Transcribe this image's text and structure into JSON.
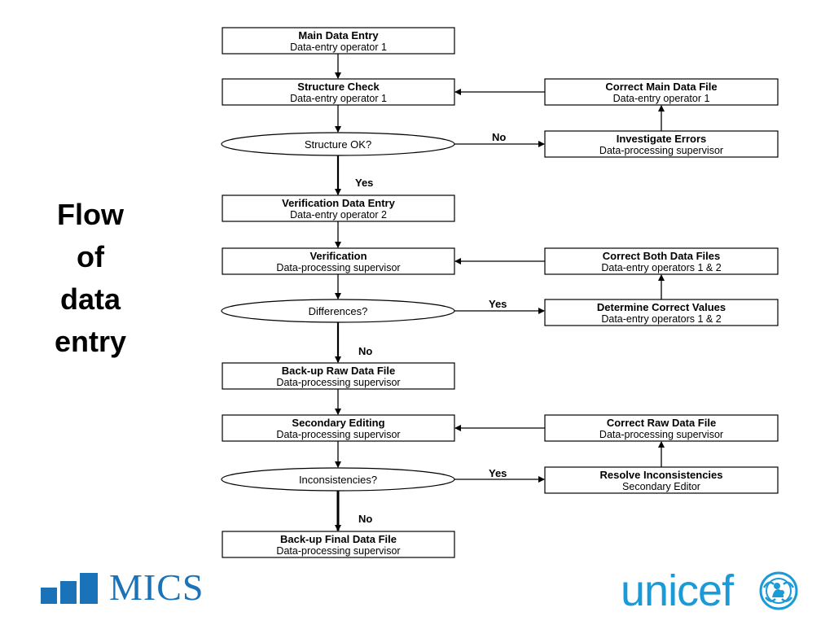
{
  "title_lines": [
    "Flow",
    "of",
    "data",
    "entry"
  ],
  "boxes": {
    "main_entry": {
      "title": "Main Data Entry",
      "sub": "Data-entry operator 1"
    },
    "structure_check": {
      "title": "Structure Check",
      "sub": "Data-entry operator 1"
    },
    "verification_entry": {
      "title": "Verification Data Entry",
      "sub": "Data-entry operator 2"
    },
    "verification": {
      "title": "Verification",
      "sub": "Data-processing supervisor"
    },
    "backup_raw": {
      "title": "Back-up Raw Data File",
      "sub": "Data-processing supervisor"
    },
    "secondary_editing": {
      "title": "Secondary Editing",
      "sub": "Data-processing supervisor"
    },
    "backup_final": {
      "title": "Back-up Final Data File",
      "sub": "Data-processing supervisor"
    },
    "correct_main": {
      "title": "Correct Main Data File",
      "sub": "Data-entry operator 1"
    },
    "investigate": {
      "title": "Investigate Errors",
      "sub": "Data-processing supervisor"
    },
    "correct_both": {
      "title": "Correct Both Data Files",
      "sub": "Data-entry operators 1 & 2"
    },
    "determine": {
      "title": "Determine Correct Values",
      "sub": "Data-entry operators 1 & 2"
    },
    "correct_raw": {
      "title": "Correct Raw Data File",
      "sub": "Data-processing supervisor"
    },
    "resolve": {
      "title": "Resolve Inconsistencies",
      "sub": "Secondary Editor"
    }
  },
  "decisions": {
    "structure_ok": "Structure OK?",
    "differences": "Differences?",
    "inconsistencies": "Inconsistencies?"
  },
  "labels": {
    "structure_no": "No",
    "structure_yes": "Yes",
    "differences_yes": "Yes",
    "differences_no": "No",
    "inconsistencies_yes": "Yes",
    "inconsistencies_no": "No"
  },
  "logos": {
    "mics": "MICS",
    "unicef": "unicef"
  }
}
